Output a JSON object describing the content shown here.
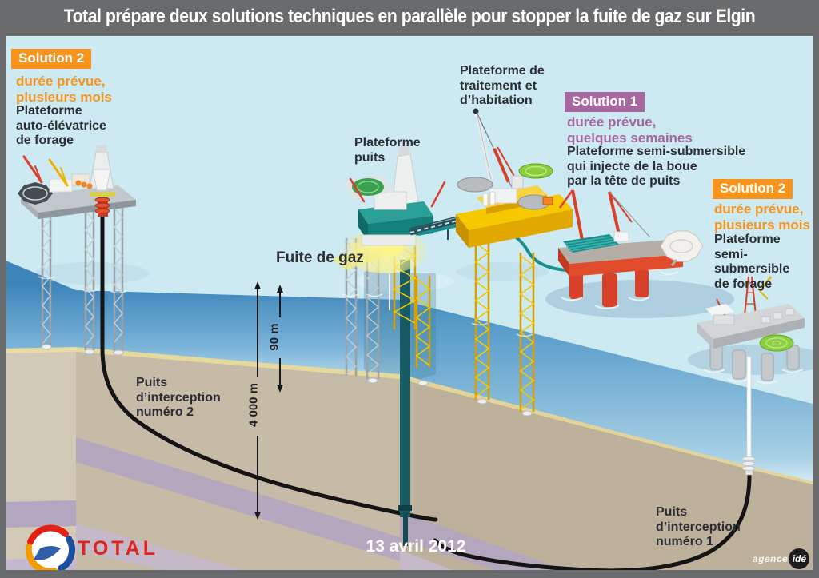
{
  "header": {
    "title": "Total prépare deux solutions techniques en parallèle pour stopper la fuite de gaz sur Elgin"
  },
  "solutions": {
    "left": {
      "badge": "Solution 2",
      "duration": "durée prévue,\nplusieurs mois",
      "description": "Plateforme\nauto-élévatrice\nde forage"
    },
    "middle": {
      "badge": "Solution 1",
      "duration": "durée prévue,\nquelques semaines",
      "description": "Plateforme semi-submersible\nqui injecte de la boue\npar la tête de puits"
    },
    "right": {
      "badge": "Solution 2",
      "duration": "durée prévue,\nplusieurs mois",
      "description": "Plateforme\nsemi-submersible\nde forage"
    }
  },
  "platform_labels": {
    "wellhead": "Plateforme\npuits",
    "treatment": "Plateforme de\ntraitement et\nd’habitation"
  },
  "callouts": {
    "gas_leak": "Fuite de gaz",
    "interception_well_2": "Puits\nd’interception\nnuméro 2",
    "interception_well_1": "Puits\nd’interception\nnuméro 1"
  },
  "measurements": {
    "water_depth": "90 m",
    "well_depth": "4 000 m"
  },
  "footer": {
    "date": "13 avril 2012",
    "brand": "TOTAL",
    "credit": "agence",
    "credit_mark": "idé"
  },
  "colors": {
    "title_bar": "#696b6d",
    "accent_orange": "#f7941d",
    "accent_purple": "#a7689f",
    "sea_surface": "#cde9f2",
    "water_deep": "#3c84ba",
    "sand": "#c6bba6",
    "strata_purple": "#b2a6c0",
    "well_teal": "#175a64",
    "platform_red": "#e04b2b",
    "platform_yellow": "#f6c800",
    "helipad_green": "#8ccf3e"
  }
}
